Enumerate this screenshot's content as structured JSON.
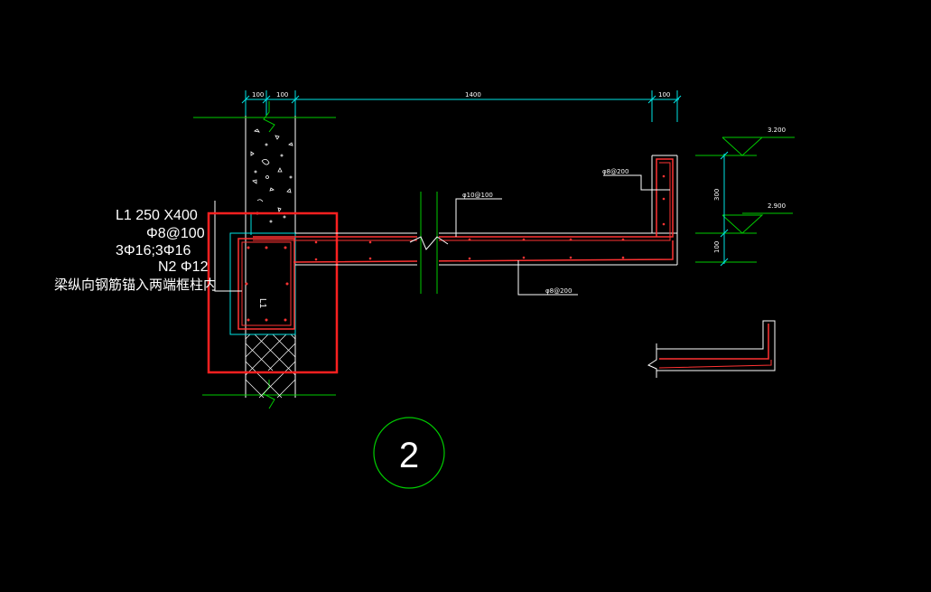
{
  "dimensions": {
    "d1": "100",
    "d2": "100",
    "d3": "1400",
    "d4": "100",
    "v1": "300",
    "v2": "100"
  },
  "levels": {
    "top": "3.200",
    "bottom": "2.900"
  },
  "beam": {
    "line1": "L1 250 X400",
    "line2": "Φ8@100",
    "line3": "3Φ16;3Φ16",
    "line4": "N2 Φ12",
    "note": "梁纵向钢筋锚入两端框柱内",
    "section_label": "L1"
  },
  "rebar": {
    "upper_right": "φ8@200",
    "middle": "φ10@100",
    "bottom": "φ8@200"
  },
  "section_marker": "2",
  "colors": {
    "dimension": "#00e5e5",
    "green": "#00cc00",
    "rebar": "#ff3333",
    "highlight": "#ff2020",
    "outline": "#ffffff"
  }
}
